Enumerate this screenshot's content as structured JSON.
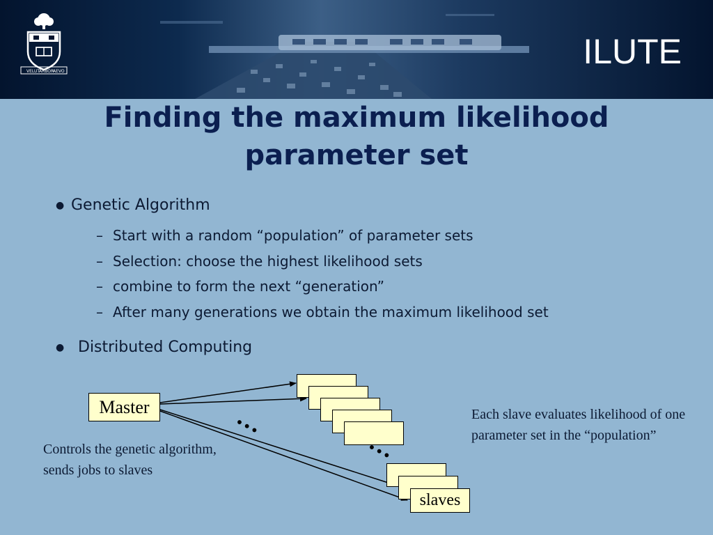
{
  "header": {
    "brand": "ILUTE",
    "crest_text": [
      "VELUT",
      "ARBOR",
      "AEVO"
    ]
  },
  "title": {
    "line1": "Finding the maximum likelihood",
    "line2": "parameter set"
  },
  "bullets": [
    {
      "label": "Genetic Algorithm",
      "subitems": [
        "Start with a random “population” of parameter sets",
        "Selection:  choose the highest likelihood sets",
        "combine to form the next “generation”",
        "After many generations we obtain the maximum likelihood set"
      ]
    },
    {
      "label": "Distributed Computing",
      "subitems": []
    }
  ],
  "diagram": {
    "master_label": "Master",
    "slaves_label": "slaves",
    "ellipsis_1": "…",
    "ellipsis_2": "…",
    "master_note": "Controls the genetic algorithm, sends jobs to slaves",
    "slave_note": "Each slave evaluates likelihood of one parameter set in the “population”"
  },
  "colors": {
    "background": "#92b6d2",
    "header": "#03142e",
    "title": "#0b1f50",
    "box_fill": "#ffffcc"
  }
}
